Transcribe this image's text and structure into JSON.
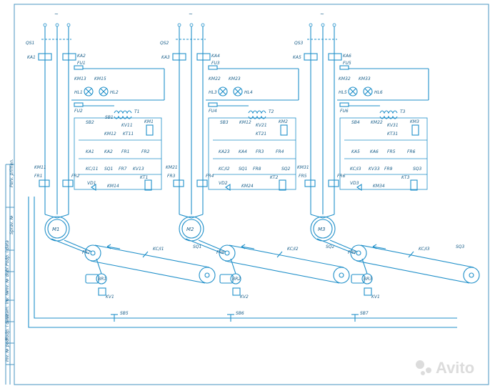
{
  "sections": [
    {
      "qs": "QS1",
      "ka_left": "KA1",
      "ka_right": "KA2",
      "fu_top": "FU1",
      "fu_bot": "FU2",
      "km_a": "KM13",
      "km_b": "KM15",
      "hl_a": "HL1",
      "hl_b": "HL2",
      "t": "T1",
      "row1": [
        "SB2",
        "SB1",
        "KV11",
        "KM1"
      ],
      "row1b": [
        "KM12",
        "KT11"
      ],
      "row2": [
        "KA1",
        "KA2",
        "FR1",
        "FR2"
      ],
      "row3": [
        "KC/11",
        "SQ1",
        "FR7",
        "KV13",
        "KT1"
      ],
      "vd": "VD1",
      "km_v": "KM14",
      "km_main": "KM11",
      "fr_l": "FR1",
      "fr_r": "FR2",
      "motor": "M1",
      "fr_belt": "FR7",
      "kc_belt": "KC/I1",
      "sq_belt": "SQ1",
      "br": "BR1",
      "kv": "KV1"
    },
    {
      "qs": "QS2",
      "ka_left": "KA3",
      "ka_right": "KA4",
      "fu_top": "FU3",
      "fu_bot": "FU4",
      "km_a": "KM22",
      "km_b": "KM23",
      "hl_a": "HL3",
      "hl_b": "HL4",
      "t": "T2",
      "row1": [
        "SB3",
        "KM12",
        "KV21",
        "KM2"
      ],
      "row1b": [
        "KT21"
      ],
      "row2": [
        "KA23",
        "KA4",
        "FR3",
        "FR4"
      ],
      "row3": [
        "KC/I2",
        "SQ1",
        "FR8",
        "KT2",
        "SQ2"
      ],
      "vd": "VD2",
      "km_v": "KM24",
      "km_main": "KM21",
      "fr_l": "FR3",
      "fr_r": "FR4",
      "motor": "M2",
      "fr_belt": "FR8",
      "kc_belt": "KC/I2",
      "sq_belt": "SQ2",
      "br": "BR2",
      "kv": "KV2"
    },
    {
      "qs": "QS3",
      "ka_left": "KA5",
      "ka_right": "KA6",
      "fu_top": "FU5",
      "fu_bot": "FU6",
      "km_a": "KM32",
      "km_b": "KM33",
      "hl_a": "HL5",
      "hl_b": "HL6",
      "t": "T3",
      "row1": [
        "SB4",
        "KM22",
        "KV31",
        "KM3"
      ],
      "row1b": [
        "KT31"
      ],
      "row2": [
        "KA5",
        "KA6",
        "FR5",
        "FR6"
      ],
      "row3": [
        "KC/I3",
        "KV33",
        "FR9",
        "KT3",
        "SQ3"
      ],
      "vd": "VD3",
      "km_v": "KM34",
      "km_main": "KM31",
      "fr_l": "FR5",
      "fr_r": "FR6",
      "motor": "M3",
      "fr_belt": "FR9",
      "kc_belt": "KC/I3",
      "sq_belt": "SQ3",
      "br": "BR3",
      "kv": "KV1"
    }
  ],
  "bottom_buttons": [
    "SB5",
    "SB6",
    "SB7"
  ],
  "phase_symbol": "~",
  "stamp_cells": [
    "Perv. primen.",
    "Sprav. №",
    "Podp. i data",
    "Inv. № dubl.",
    "Vzam. inv. №",
    "Podp. i data",
    "Inv. № podl."
  ],
  "watermark": "Avito",
  "colors": {
    "line": "#1f8fc9",
    "frame": "#4a95c2",
    "text": "#1a5f8a"
  }
}
